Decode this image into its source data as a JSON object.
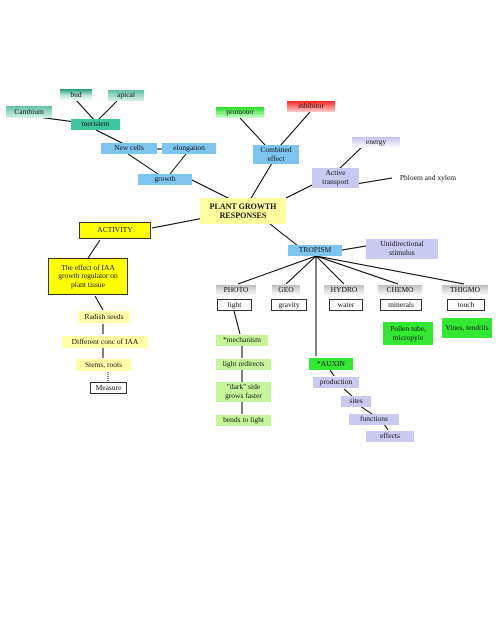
{
  "nodes": {
    "bud": "bud",
    "apical": "apical",
    "cambium": "Cambium",
    "meristem": "meristem",
    "new_cells": "New cells",
    "elongation": "elongation",
    "growth": "growth",
    "promoter": "promoter",
    "inhibitor": "inhibitor",
    "combined_effect": "Combined\neffect",
    "energy": "energy",
    "active_transport": "Active\ntransport",
    "phloem_xylem": "Phloem and xylem",
    "plant_growth_responses": "PLANT GROWTH\nRESPONSES",
    "activity": "ACTIVITY",
    "effect_iaa": "The effect of IAA\ngrowth regulator on\nplant tissue",
    "radish_seeds": "Radish seeds",
    "different_conc_iaa": "Different conc of IAA",
    "stems_roots": "Stems, roots",
    "measure": "Measure",
    "tropism": "TROPISM",
    "unidirectional_stimulus": "Unidirectional\nstimulus",
    "photo": "PHOTO",
    "geo": "GEO",
    "hydro": "HYDRO",
    "chemo": "CHEMO",
    "thigmo": "THIGMO",
    "light": "light",
    "gravity": "gravity",
    "water": "water",
    "minerals": "minerals",
    "touch": "touch",
    "pollen_tube": "Pollen tube,\nmicropyle",
    "vines_tendrils": "Vines, tendrils",
    "mechanism": "*mechanism",
    "light_redirects": "light redirects",
    "dark_side": "\"dark\" side\ngrows faster",
    "bends_to_light": "bends to light",
    "auxin": "*AUXIN",
    "production": "production",
    "sites": "sites",
    "functions": "functions",
    "effects": "effects"
  },
  "colors": {
    "line": "#000000",
    "activity_fill": "#ffff00",
    "tropism_fill": "#7dc4ef",
    "auxin_fill": "#33e833"
  }
}
